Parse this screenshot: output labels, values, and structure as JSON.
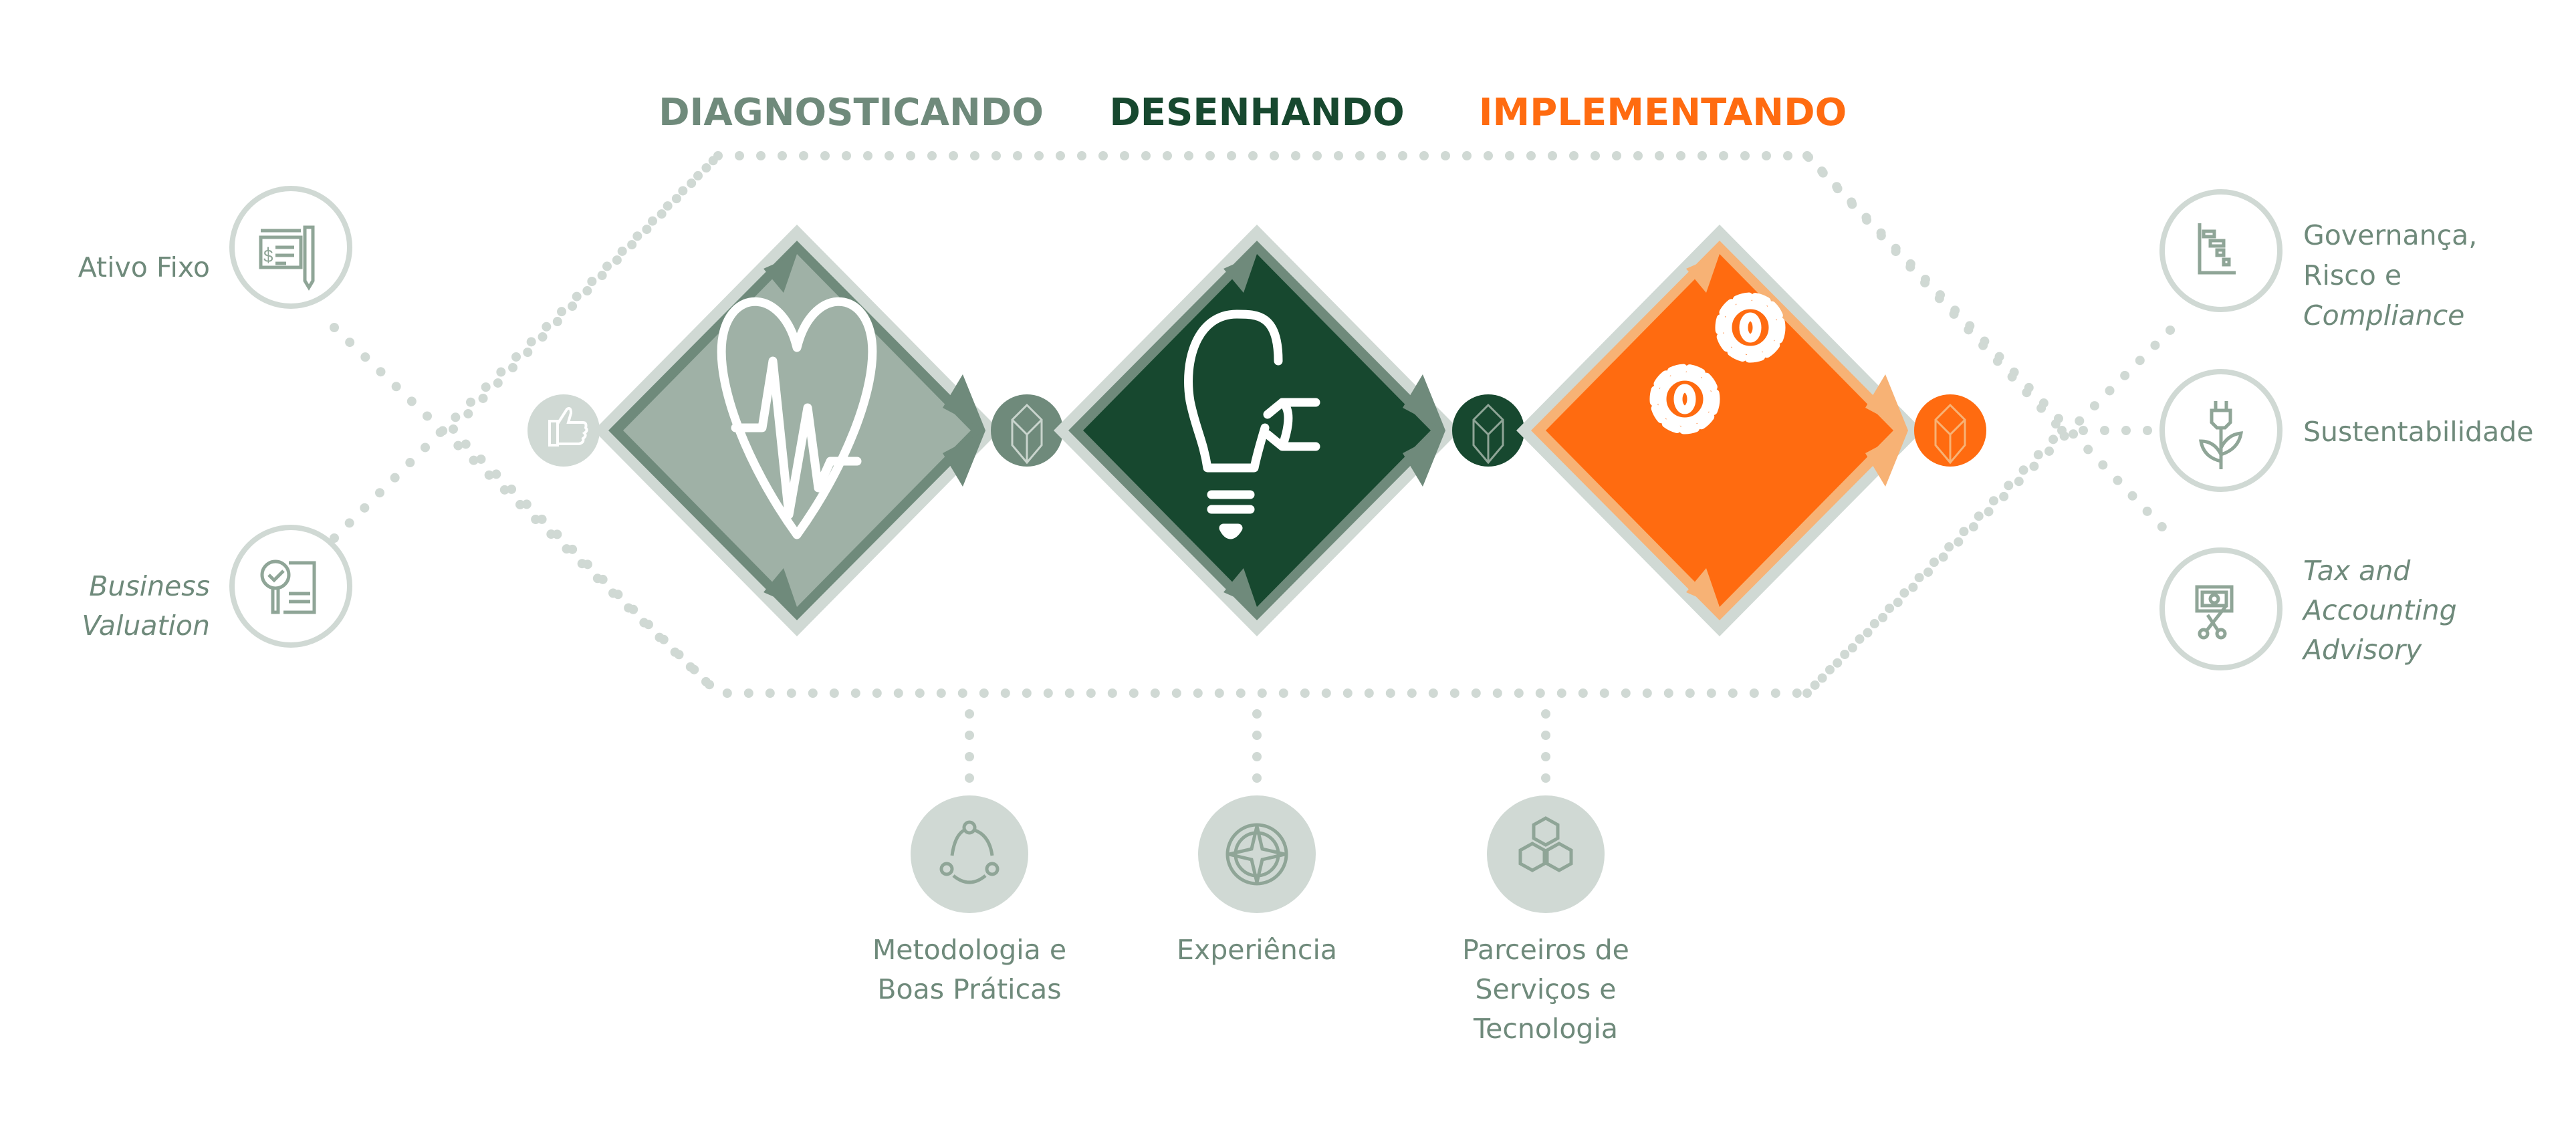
{
  "phases": [
    {
      "label": "DIAGNOSTICANDO",
      "color": "#6f8a7b",
      "icon": "heartbeat-icon"
    },
    {
      "label": "DESENHANDO",
      "color": "#17482f",
      "icon": "lightbulb-plug-icon"
    },
    {
      "label": "IMPLEMENTANDO",
      "color": "#ff6b10",
      "icon": "gears-icon"
    }
  ],
  "left_services": [
    {
      "lines": [
        "Ativo Fixo"
      ],
      "italic": false,
      "icon": "check-pen-icon"
    },
    {
      "lines": [
        "Business",
        "Valuation"
      ],
      "italic": true,
      "icon": "magnifier-report-icon"
    }
  ],
  "right_services": [
    {
      "lines": [
        "Governança,",
        "Risco e",
        "Compliance"
      ],
      "italic_last": true,
      "icon": "gantt-chart-icon"
    },
    {
      "lines": [
        "Sustentabilidade"
      ],
      "icon": "plug-plant-icon"
    },
    {
      "lines": [
        "Tax and",
        "Accounting",
        "Advisory"
      ],
      "italic": true,
      "icon": "money-scissors-icon"
    }
  ],
  "pillars": [
    {
      "lines": [
        "Metodologia e",
        "Boas Práticas"
      ],
      "icon": "cycle-arrows-icon"
    },
    {
      "lines": [
        "Experiência"
      ],
      "icon": "compass-icon"
    },
    {
      "lines": [
        "Parceiros de",
        "Serviços e",
        "Tecnologia"
      ],
      "icon": "cubes-icon"
    }
  ],
  "colors": {
    "gray_green": "#6f8a7b",
    "light_gray": "#d0d9d4",
    "diag_fill": "#9fb1a6",
    "dark_green": "#17482f",
    "orange": "#ff6b10",
    "light_orange": "#f7b275"
  }
}
